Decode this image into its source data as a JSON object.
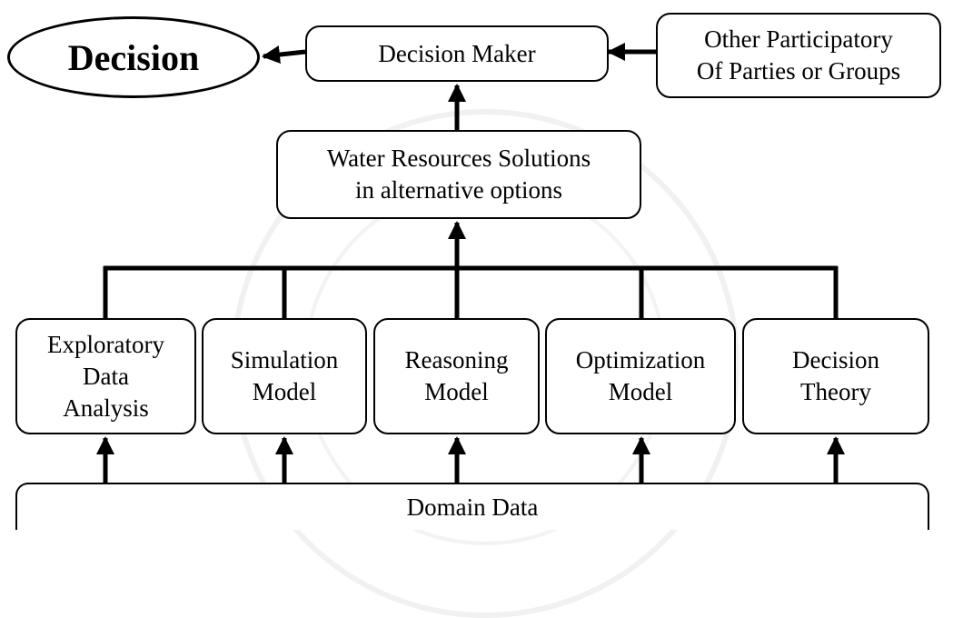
{
  "decision": "Decision",
  "decision_maker": "Decision Maker",
  "other_participants": [
    "Other Participatory",
    "Of Parties or Groups"
  ],
  "water_solutions": [
    "Water Resources Solutions",
    "in alternative options"
  ],
  "methods": [
    {
      "lines": [
        "Exploratory",
        "Data",
        "Analysis"
      ]
    },
    {
      "lines": [
        "Simulation",
        "Model"
      ]
    },
    {
      "lines": [
        "Reasoning",
        "Model"
      ]
    },
    {
      "lines": [
        "Optimization",
        "Model"
      ]
    },
    {
      "lines": [
        "Decision",
        "Theory"
      ]
    }
  ],
  "domain_data": "Domain Data"
}
